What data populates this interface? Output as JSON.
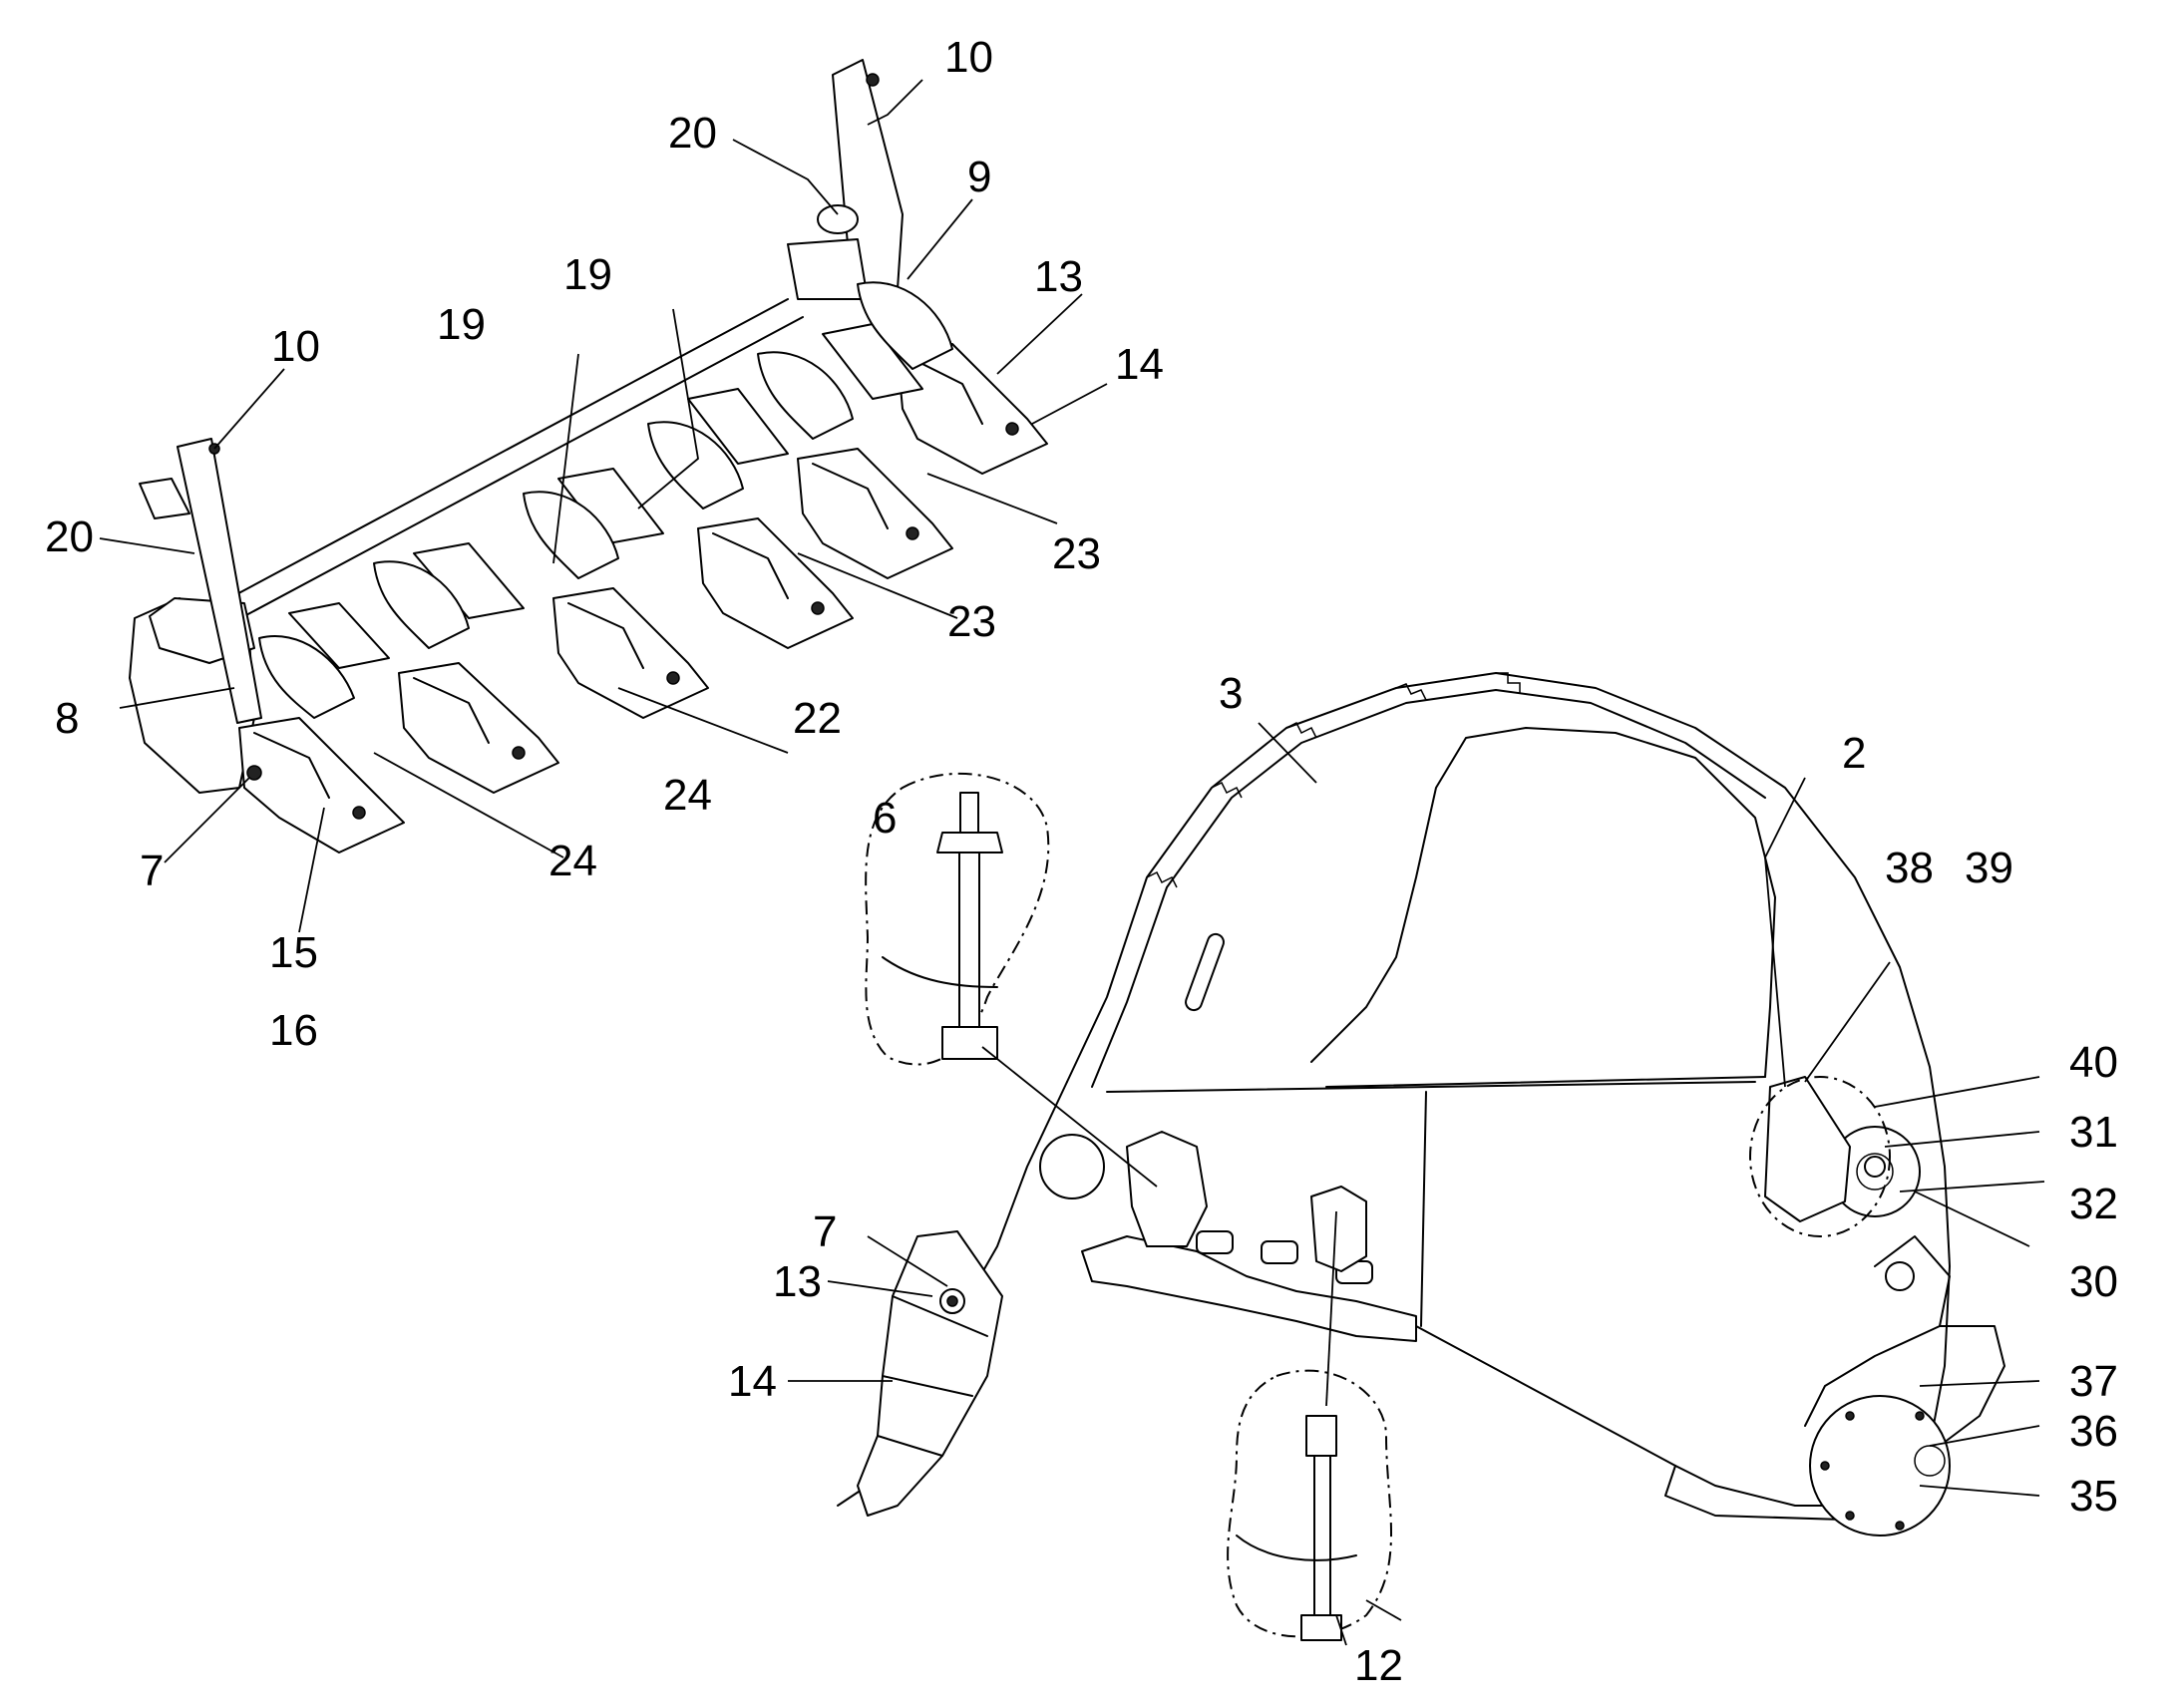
{
  "figure": {
    "labels": [
      {
        "id": "10-a",
        "text": "10"
      },
      {
        "id": "20-a",
        "text": "20"
      },
      {
        "id": "9",
        "text": "9"
      },
      {
        "id": "19-a",
        "text": "19"
      },
      {
        "id": "13-a",
        "text": "13"
      },
      {
        "id": "14-a",
        "text": "14"
      },
      {
        "id": "10-b",
        "text": "10"
      },
      {
        "id": "19-b",
        "text": "19"
      },
      {
        "id": "20-b",
        "text": "20"
      },
      {
        "id": "23-a",
        "text": "23"
      },
      {
        "id": "23-b",
        "text": "23"
      },
      {
        "id": "8",
        "text": "8"
      },
      {
        "id": "22",
        "text": "22"
      },
      {
        "id": "24-a",
        "text": "24"
      },
      {
        "id": "24-b",
        "text": "24"
      },
      {
        "id": "7-a",
        "text": "7"
      },
      {
        "id": "15",
        "text": "15"
      },
      {
        "id": "16",
        "text": "16"
      },
      {
        "id": "3",
        "text": "3"
      },
      {
        "id": "2",
        "text": "2"
      },
      {
        "id": "6",
        "text": "6"
      },
      {
        "id": "38",
        "text": "38"
      },
      {
        "id": "39",
        "text": "39"
      },
      {
        "id": "40",
        "text": "40"
      },
      {
        "id": "31",
        "text": "31"
      },
      {
        "id": "32",
        "text": "32"
      },
      {
        "id": "30",
        "text": "30"
      },
      {
        "id": "7-b",
        "text": "7"
      },
      {
        "id": "13-b",
        "text": "13"
      },
      {
        "id": "14-b",
        "text": "14"
      },
      {
        "id": "37",
        "text": "37"
      },
      {
        "id": "36",
        "text": "36"
      },
      {
        "id": "35",
        "text": "35"
      },
      {
        "id": "12",
        "text": "12"
      }
    ]
  }
}
